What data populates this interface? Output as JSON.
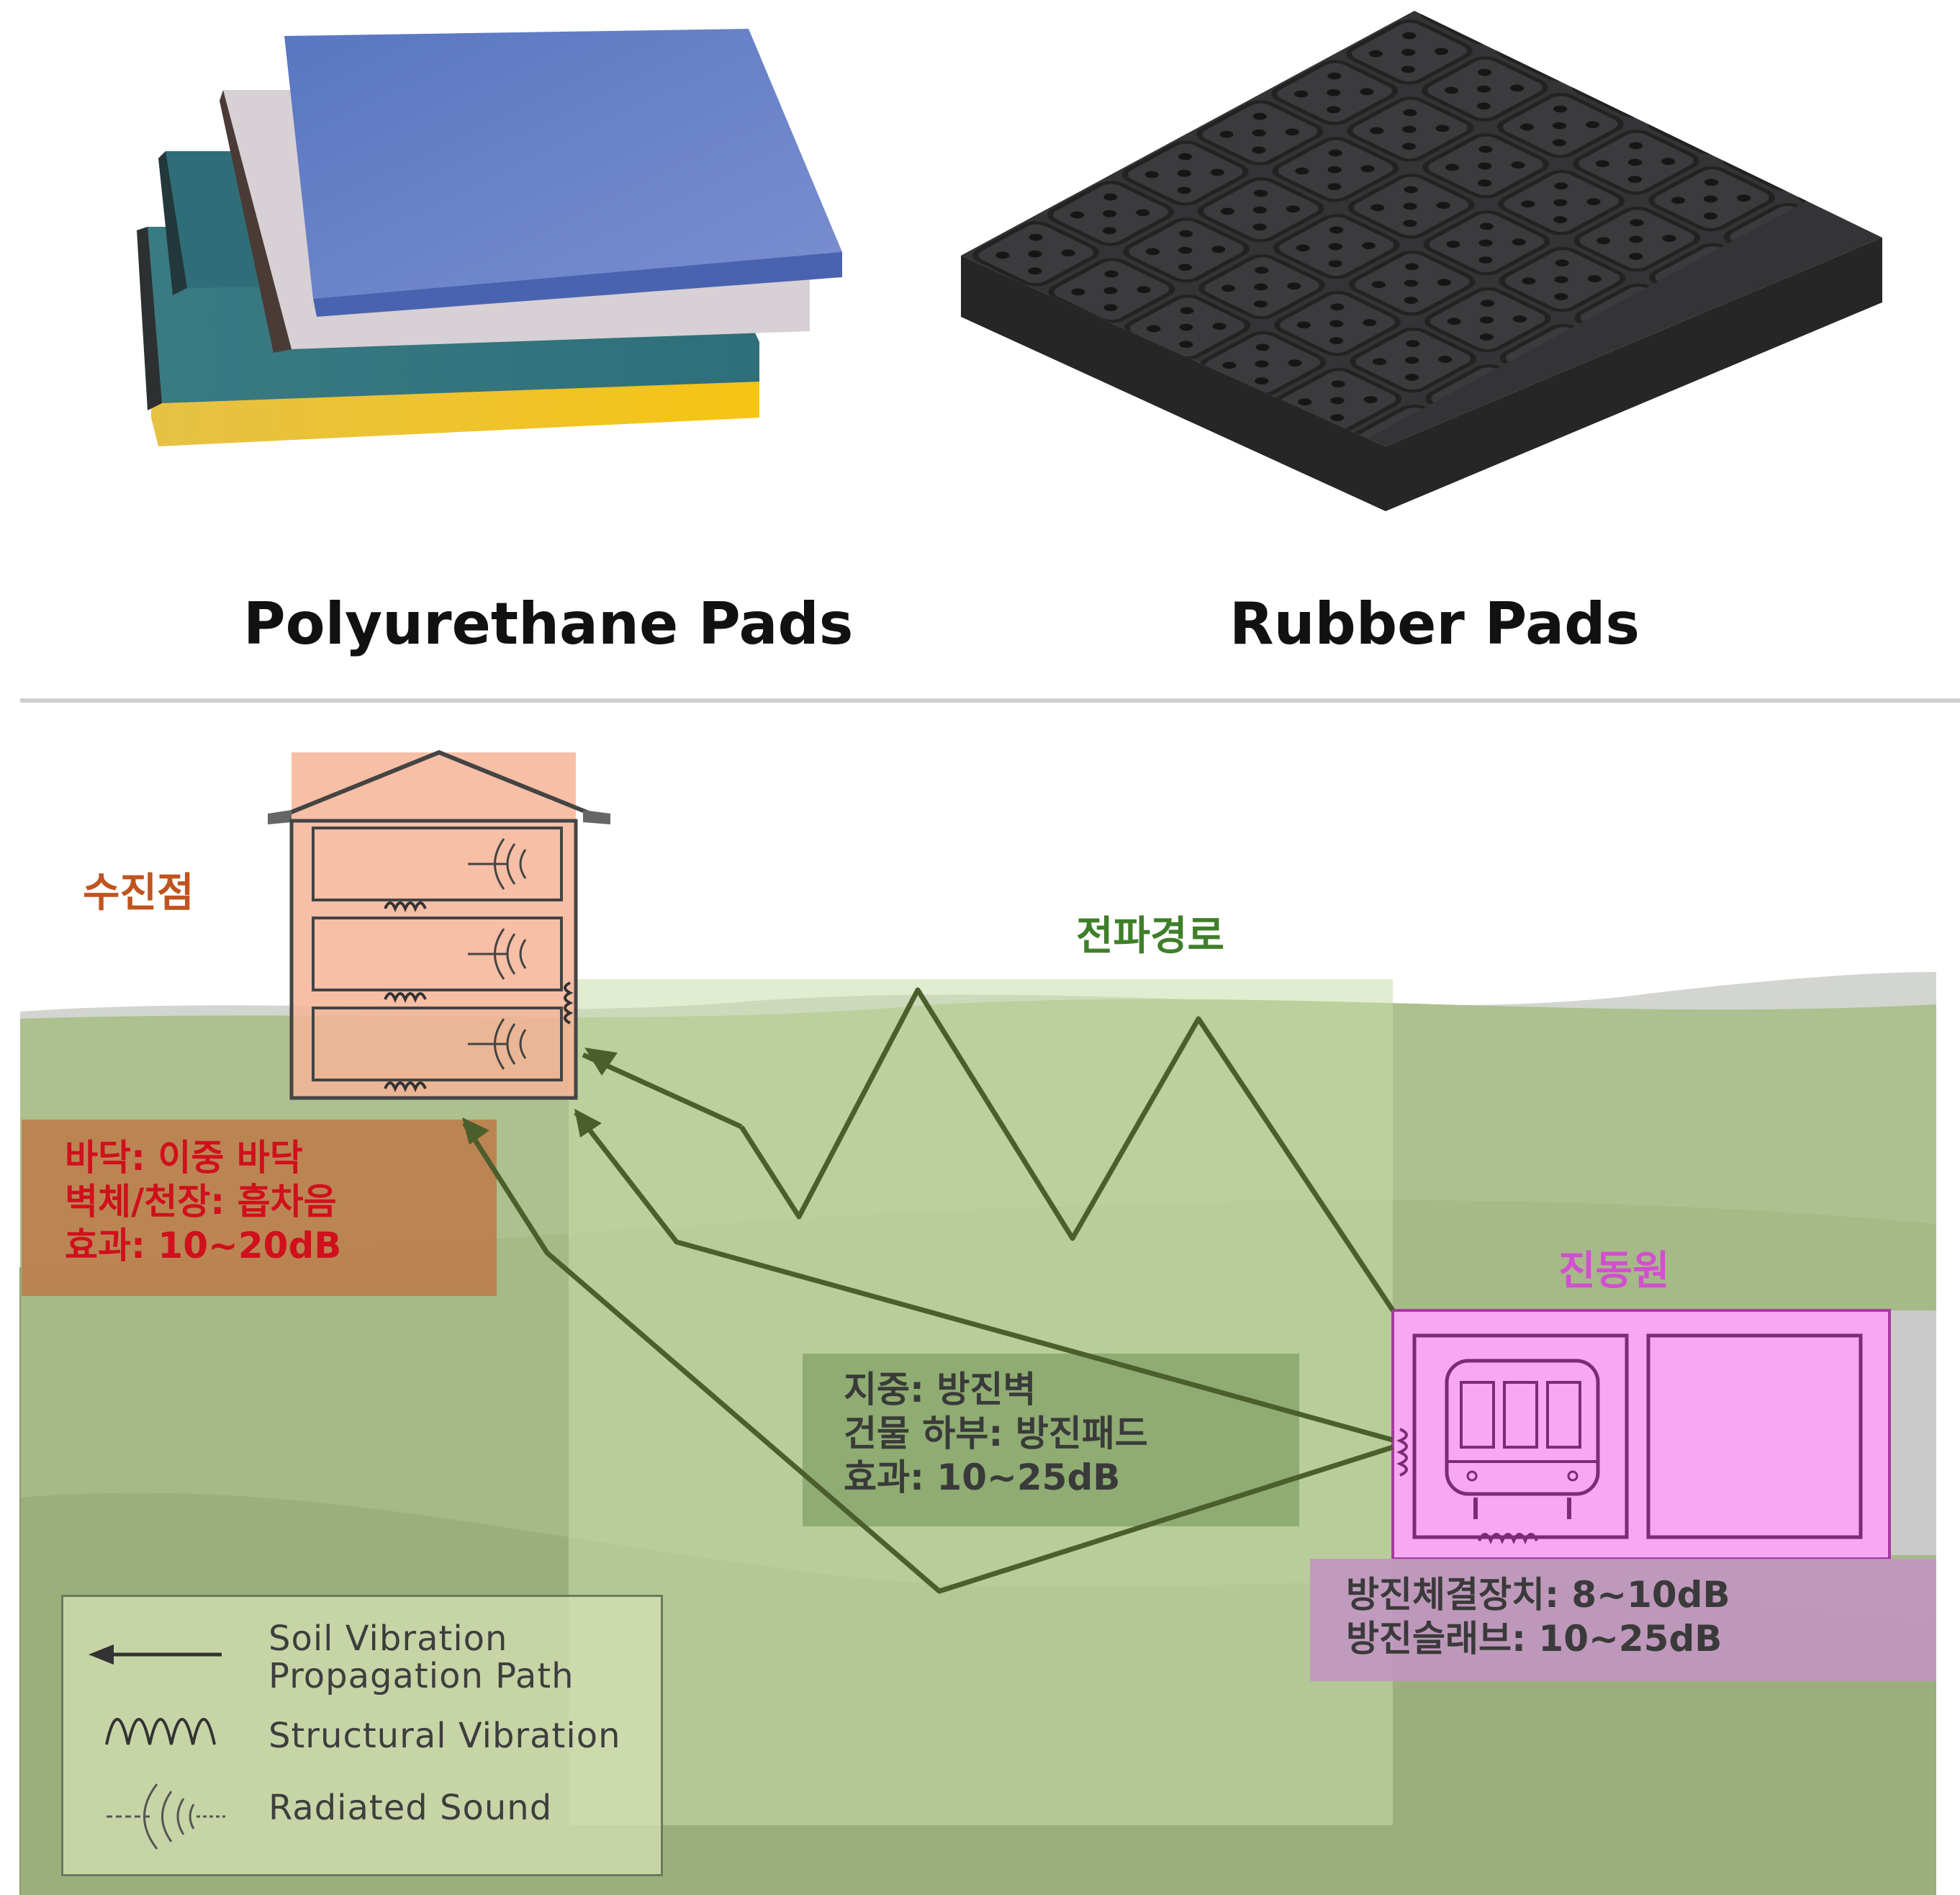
{
  "captions": {
    "polyurethane": "Polyurethane Pads",
    "rubber": "Rubber Pads"
  },
  "labels": {
    "receiver": "수진점",
    "path": "전파경로",
    "source": "진동원"
  },
  "receiver_box": {
    "lines": [
      "바닥: 이중 바닥",
      "벽체/천장: 흡차음",
      "효과: 10~20dB"
    ]
  },
  "path_box": {
    "lines": [
      "지중: 방진벽",
      "건물 하부: 방진패드",
      "효과: 10~25dB"
    ]
  },
  "source_box": {
    "lines": [
      "방진체결장치: 8~10dB",
      "방진슬래브: 10~25dB"
    ]
  },
  "legend": {
    "soil_line1": "Soil Vibration",
    "soil_line2": "Propagation Path",
    "structural": "Structural Vibration",
    "radiated": "Radiated Sound"
  },
  "colors": {
    "receiver_label": "#c0541e",
    "path_label": "#3f7f2a",
    "source_label": "#d24fd0",
    "receiver_text": "#d0101c",
    "box_text": "#3a3a3a",
    "ground": "#a9bf8b",
    "path_line": "#4b5e2b"
  },
  "icons": {
    "arrow": "arrow-left-icon",
    "wave": "wave-icon",
    "sound": "sound-icon"
  }
}
